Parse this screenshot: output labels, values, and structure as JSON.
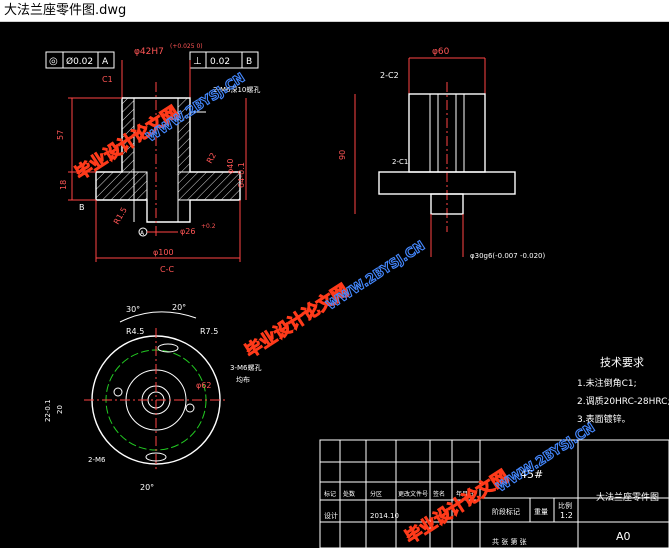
{
  "window": {
    "title": "大法兰座零件图.dwg"
  },
  "drawing": {
    "front_view": {
      "gdt_left": {
        "symbol": "◎",
        "value": "Ø0.02",
        "datum": "A"
      },
      "gdt_right": {
        "symbol": "⊥",
        "value": "0.02",
        "datum": "B"
      },
      "bore": "φ42H7",
      "bore_tol": "(+0.025 0)",
      "chamfer": "C1",
      "thread": "2-M6深10螺孔",
      "height": "57",
      "flange_h": "18",
      "r2": "R2",
      "diam_b": "φ40",
      "right_dim": "64-0.1",
      "r15": "R1.5",
      "hole": "φ26",
      "hole_tol": "+0.2",
      "base": "φ100",
      "section": "C-C",
      "ref_b": "B",
      "ref_a": "A"
    },
    "side_view": {
      "top_dim": "φ60",
      "chamfer": "2-C2",
      "height": "90",
      "label": "2-C1",
      "shaft": "φ30g6(-0.007 -0.020)"
    },
    "top_view": {
      "angle1": "30°",
      "angle2": "20°",
      "r45": "R4.5",
      "r75": "R7.5",
      "thread": "3-M6螺孔",
      "thread_note": "均布",
      "d62": "φ62",
      "left_outer": "22-0.1",
      "left_inner": "20",
      "label_left": "2-M6",
      "bottom_angle": "20°"
    },
    "requirements": {
      "heading": "技术要求",
      "items": [
        "1.未注倒角C1;",
        "2.调质20HRC-28HRC;",
        "3.表面镀锌。"
      ]
    },
    "title_block": {
      "material": "45#",
      "part_name": "大法兰座零件图",
      "scale": "1:2",
      "size": "A0",
      "date": "2014.10",
      "row_labels": [
        "标记",
        "处数",
        "分区",
        "更改文件号",
        "签名",
        "年月日"
      ],
      "design": "设计",
      "stage": "阶段标记",
      "weight": "重量",
      "ratio": "比例",
      "bottom": "共 张 第 张"
    },
    "watermark": {
      "cn": "毕业设计论文网",
      "url": "WWW.2BYSJ.CN"
    }
  }
}
